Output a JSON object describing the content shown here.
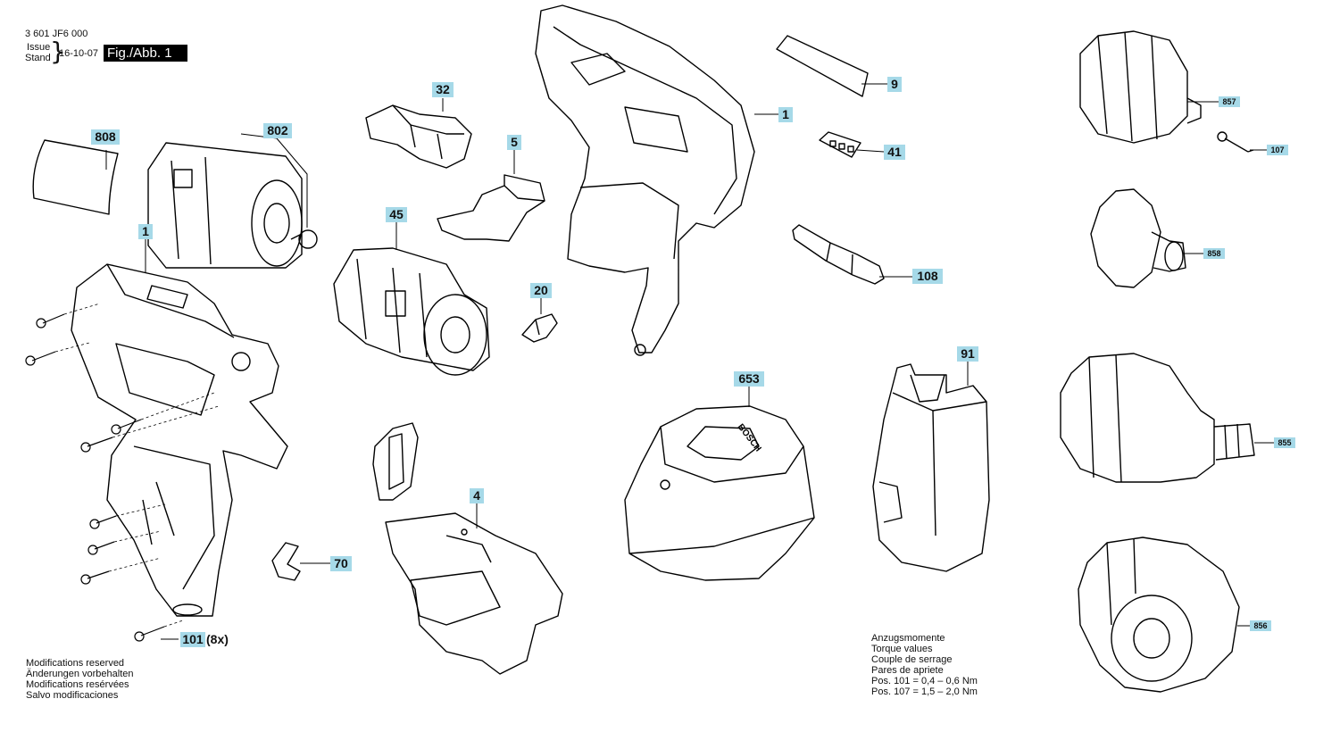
{
  "header": {
    "model": "3 601 JF6 000",
    "issue_label": "Issue",
    "stand_label": "Stand",
    "date": "16-10-07",
    "figure": "Fig./Abb. 1"
  },
  "callouts": {
    "p1_main": "1",
    "p1_housing": "1",
    "p4": "4",
    "p5": "5",
    "p9": "9",
    "p20": "20",
    "p32": "32",
    "p41": "41",
    "p45": "45",
    "p70": "70",
    "p91": "91",
    "p101": "101",
    "p101_qty": "(8x)",
    "p107": "107",
    "p108": "108",
    "p653": "653",
    "p802": "802",
    "p808": "808",
    "p855": "855",
    "p856": "856",
    "p857": "857",
    "p858": "858"
  },
  "notes": {
    "modifications": [
      "Modifications reserved",
      "Änderungen vorbehalten",
      "Modifications resérvées",
      "Salvo modificaciones"
    ],
    "torque": [
      "Anzugsmomente",
      "Torque values",
      "Couple de serrage",
      "Pares de apriete",
      "Pos.   101 = 0,4 – 0,6 Nm",
      "Pos.   107 = 1,5 – 2,0 Nm"
    ]
  },
  "brand_mark": "BOSCH",
  "colors": {
    "callout_bg": "#a6d9e8",
    "line": "#000000",
    "figure_box": "#000000"
  }
}
